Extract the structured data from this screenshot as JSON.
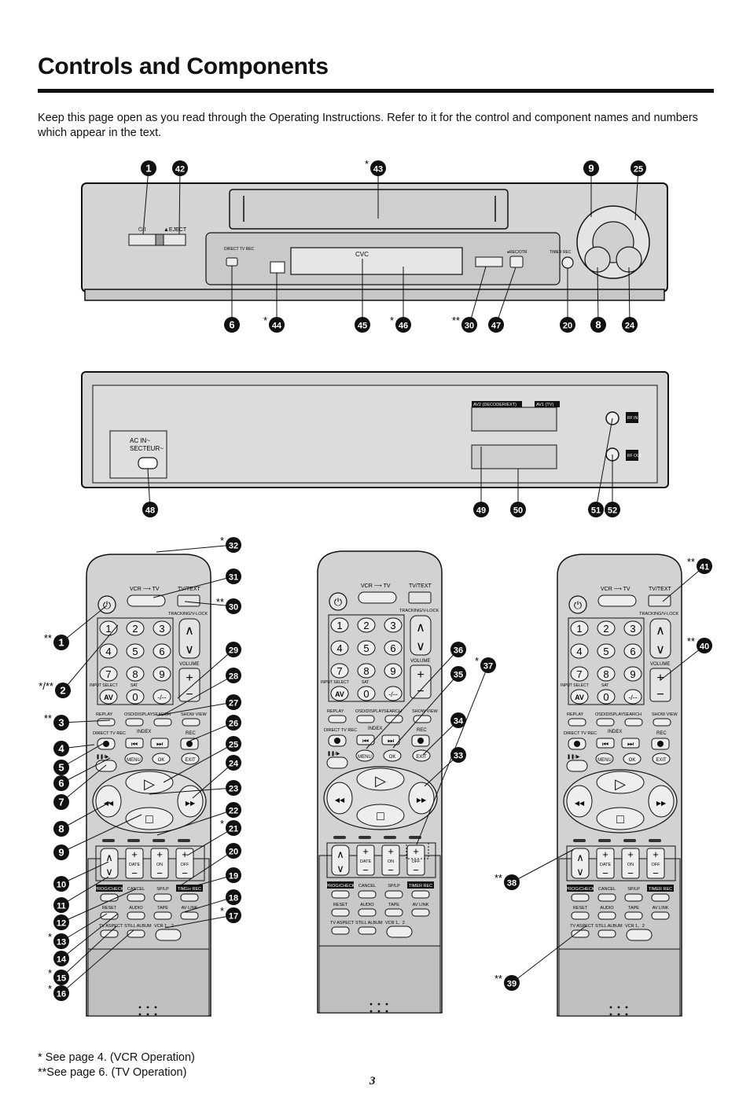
{
  "page": {
    "title": "Controls and Components",
    "intro": "Keep this page open as you read through the Operating Instructions. Refer to it for the control and component names and numbers which appear in the text.",
    "page_number": "3"
  },
  "footnotes": {
    "vcr": "* See page 4. (VCR Operation)",
    "tv": "**See page 6. (TV Operation)"
  },
  "front_panel": {
    "power_symbol": "⏻/I",
    "eject": "▲EJECT",
    "direct_tv_rec": "DIRECT TV REC",
    "display_text": "CVC",
    "rec_otr": "●REC/OTR",
    "timer_rec": "TIMER REC",
    "callouts": [
      {
        "num": "1",
        "mark": ""
      },
      {
        "num": "42",
        "mark": ""
      },
      {
        "num": "43",
        "mark": "*"
      },
      {
        "num": "9",
        "mark": ""
      },
      {
        "num": "25",
        "mark": ""
      },
      {
        "num": "6",
        "mark": ""
      },
      {
        "num": "44",
        "mark": "*"
      },
      {
        "num": "45",
        "mark": ""
      },
      {
        "num": "46",
        "mark": "*"
      },
      {
        "num": "30",
        "mark": "**"
      },
      {
        "num": "47",
        "mark": ""
      },
      {
        "num": "20",
        "mark": ""
      },
      {
        "num": "8",
        "mark": ""
      },
      {
        "num": "24",
        "mark": ""
      }
    ]
  },
  "rear_panel": {
    "ac_in": "AC IN~",
    "secteur": "SECTEUR~",
    "av2": "AV2 (DECODER/EXT)",
    "av1": "AV1 (TV)",
    "rf_in": "RF IN",
    "rf_out": "RF OUT",
    "callouts": [
      {
        "num": "48"
      },
      {
        "num": "49"
      },
      {
        "num": "50"
      },
      {
        "num": "51"
      },
      {
        "num": "52"
      }
    ]
  },
  "remote": {
    "vcr_tv": "VCR ⟶ TV",
    "tv_text": "TV/TEXT",
    "tracking": "TRACKING/V-LOCK",
    "volume": "VOLUME",
    "input_select": "INPUT SELECT",
    "sat": "SAT",
    "av": "AV",
    "digits": [
      "1",
      "2",
      "3",
      "4",
      "5",
      "6",
      "7",
      "8",
      "9"
    ],
    "zero": "0",
    "dash": "-/--",
    "replay": "REPLAY",
    "osd": "OSD/DISPLAY",
    "search": "SEARCH",
    "show_view": "SHOW VIEW",
    "direct_tv_rec": "DIRECT TV REC",
    "index": "INDEX",
    "rec": "REC",
    "menu": "MENU",
    "ok": "OK",
    "exit": "EXIT",
    "date": "DATE",
    "on": "ON",
    "off": "OFF",
    "prog_check": "PROG/CHECK",
    "cancel": "CANCEL",
    "splp": "SP/LP",
    "timer_rec": "TIMER REC",
    "reset": "RESET",
    "audio": "AUDIO",
    "tape": "TAPE",
    "av_link": "AV LINK",
    "tv_aspect": "TV ASPECT",
    "still_album": "STILL ALBUM",
    "vcr12": "VCR 1、2"
  },
  "remote_callouts": {
    "r1_left": [
      {
        "num": "1",
        "mark": "**"
      },
      {
        "num": "2",
        "mark": "*/**"
      },
      {
        "num": "3",
        "mark": "**"
      },
      {
        "num": "4",
        "mark": ""
      },
      {
        "num": "5",
        "mark": ""
      },
      {
        "num": "6",
        "mark": ""
      },
      {
        "num": "7",
        "mark": ""
      },
      {
        "num": "8",
        "mark": ""
      },
      {
        "num": "9",
        "mark": ""
      },
      {
        "num": "10",
        "mark": ""
      },
      {
        "num": "11",
        "mark": ""
      },
      {
        "num": "12",
        "mark": ""
      },
      {
        "num": "13",
        "mark": "*"
      },
      {
        "num": "14",
        "mark": ""
      },
      {
        "num": "15",
        "mark": "*"
      },
      {
        "num": "16",
        "mark": "*"
      }
    ],
    "r1_right": [
      {
        "num": "32",
        "mark": "*"
      },
      {
        "num": "31",
        "mark": ""
      },
      {
        "num": "30",
        "mark": "**"
      },
      {
        "num": "29",
        "mark": ""
      },
      {
        "num": "28",
        "mark": ""
      },
      {
        "num": "27",
        "mark": ""
      },
      {
        "num": "26",
        "mark": ""
      },
      {
        "num": "25",
        "mark": ""
      },
      {
        "num": "24",
        "mark": ""
      },
      {
        "num": "23",
        "mark": ""
      },
      {
        "num": "22",
        "mark": ""
      },
      {
        "num": "21",
        "mark": "*"
      },
      {
        "num": "20",
        "mark": ""
      },
      {
        "num": "19",
        "mark": ""
      },
      {
        "num": "18",
        "mark": ""
      },
      {
        "num": "17",
        "mark": "*"
      }
    ],
    "r2": [
      {
        "num": "36",
        "mark": ""
      },
      {
        "num": "35",
        "mark": ""
      },
      {
        "num": "37",
        "mark": "*"
      },
      {
        "num": "34",
        "mark": ""
      },
      {
        "num": "33",
        "mark": ""
      }
    ],
    "r3": [
      {
        "num": "41",
        "mark": "**"
      },
      {
        "num": "40",
        "mark": "**"
      },
      {
        "num": "38",
        "mark": "**"
      },
      {
        "num": "39",
        "mark": "**"
      }
    ]
  }
}
